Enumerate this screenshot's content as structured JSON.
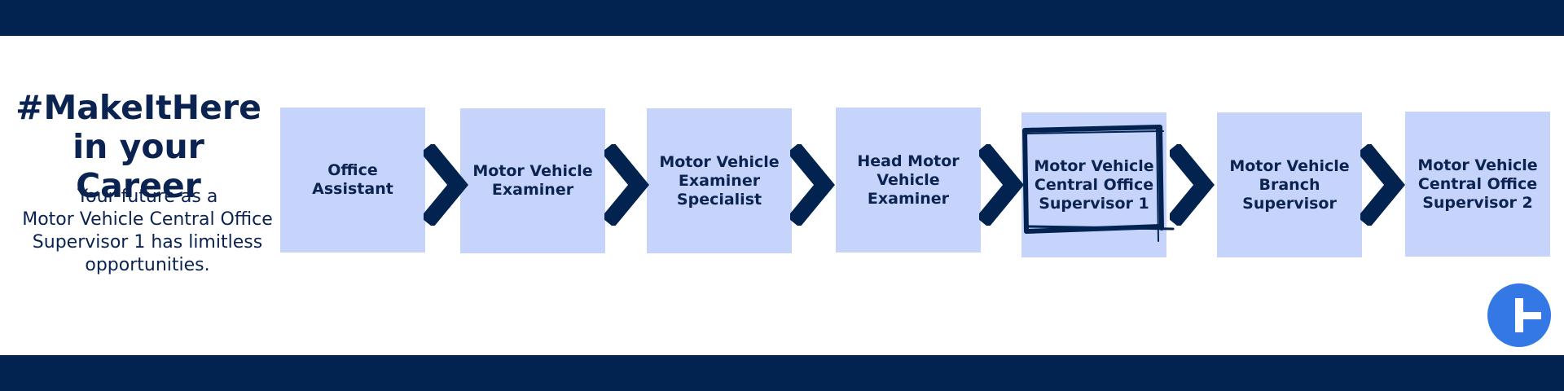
{
  "banner": {
    "headline_line1": "#MakeItHere",
    "headline_line2": "in your Career",
    "sub_line1": "Your future as a",
    "sub_line2": "Motor Vehicle Central Office",
    "sub_line3": "Supervisor 1 has limitless",
    "sub_line4": "opportunities."
  },
  "path": {
    "steps": [
      {
        "line1": "Office",
        "line2": "Assistant",
        "line3": ""
      },
      {
        "line1": "Motor Vehicle",
        "line2": "Examiner",
        "line3": ""
      },
      {
        "line1": "Motor Vehicle",
        "line2": "Examiner",
        "line3": "Specialist"
      },
      {
        "line1": "Head Motor",
        "line2": "Vehicle",
        "line3": "Examiner"
      },
      {
        "line1": "Motor Vehicle",
        "line2": "Central Office",
        "line3": "Supervisor 1"
      },
      {
        "line1": "Motor Vehicle",
        "line2": "Branch",
        "line3": "Supervisor"
      },
      {
        "line1": "Motor Vehicle",
        "line2": "Central Office",
        "line3": "Supervisor 2"
      }
    ],
    "highlighted_step": "Motor Vehicle Central Office Supervisor 1"
  },
  "colors": {
    "navy": "#022350",
    "box": "#c6d4fb",
    "logo": "#3478e6"
  },
  "icons": {
    "chevron": "chevron-right-icon",
    "logo": "brand-logo-icon",
    "highlight": "hand-drawn-frame"
  }
}
